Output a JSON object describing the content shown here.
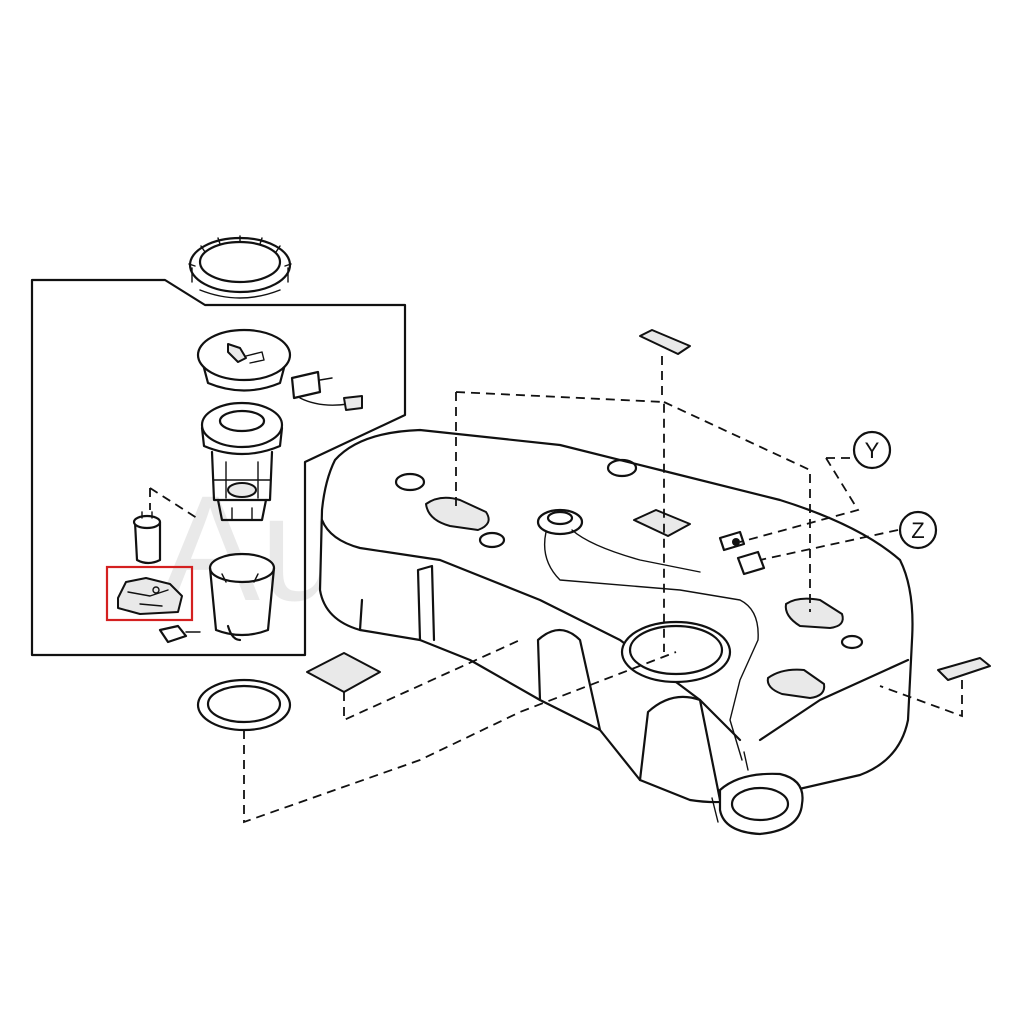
{
  "diagram": {
    "callouts": [
      {
        "id": "Y",
        "label": "Y"
      },
      {
        "id": "Z",
        "label": "Z"
      }
    ],
    "watermark": "Autoland",
    "highlight_color": "#d42020",
    "line_color": "#111111"
  }
}
